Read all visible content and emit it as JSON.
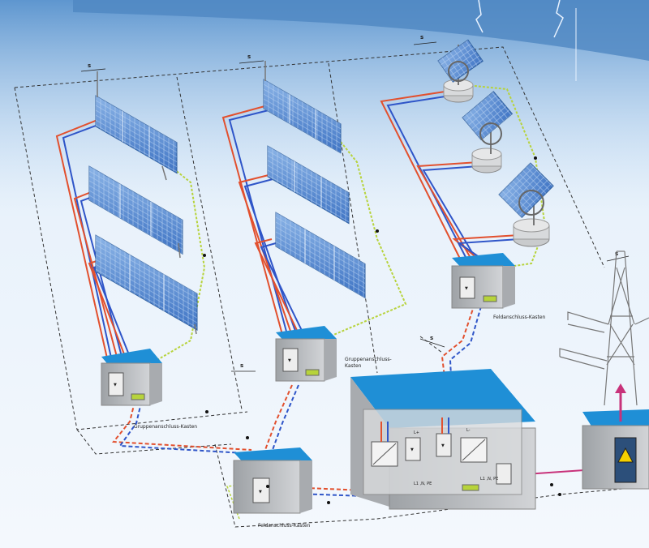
{
  "diagram": {
    "spacing_marker": "s",
    "labels": {
      "group_box_upper": "Gruppenanschluss-\nKasten",
      "group_box_lower": "Gruppenanschluss-Kasten",
      "field_box_upper": "Feldanschluss-Kasten",
      "field_box_lower": "Feldanschluss-Kasten",
      "phase_label": "L1 ,N, PE",
      "plus_label": "L+",
      "minus_label": "L-"
    },
    "colors": {
      "plus_cable": "#e2502e",
      "minus_cable": "#2f55c8",
      "earth_cable": "#b7d33b",
      "ac_cable": "#c8327a",
      "box_top": "#1f8fd6",
      "box_body": "#b9bcc0",
      "panel": "#5d8fd2"
    },
    "icons": [
      "solar-panel-icon",
      "tracker-icon",
      "pylon-icon",
      "inverter-icon",
      "fuse-icon",
      "warning-icon",
      "lightning-icon"
    ]
  }
}
